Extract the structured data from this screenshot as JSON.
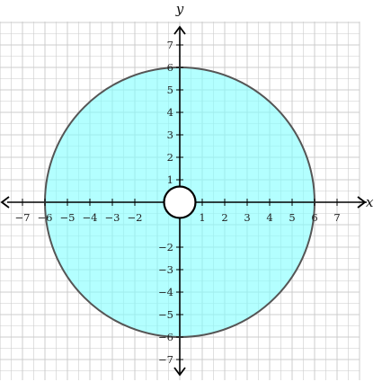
{
  "chart_data": {
    "type": "region",
    "title": "",
    "xlabel": "x",
    "ylabel": "y",
    "xlim": [
      -8,
      8
    ],
    "ylim": [
      -8,
      8
    ],
    "grid": true,
    "grid_minor_step": 0.5,
    "x_ticks": [
      -7,
      -6,
      -5,
      -4,
      -3,
      -2,
      1,
      2,
      3,
      4,
      5,
      6,
      7
    ],
    "y_ticks": [
      7,
      6,
      5,
      4,
      3,
      2,
      1,
      -2,
      -3,
      -4,
      -5,
      -6,
      -7
    ],
    "x_tick_labels": [
      "−7",
      "−6",
      "−5",
      "−4",
      "−3",
      "−2",
      "1",
      "2",
      "3",
      "4",
      "5",
      "6",
      "7"
    ],
    "y_tick_labels": [
      "7",
      "6",
      "5",
      "4",
      "3",
      "2",
      "1",
      "−2",
      "−3",
      "−4",
      "−5",
      "−6",
      "−7"
    ],
    "shaded_region": {
      "shape": "annulus",
      "center": [
        0,
        0
      ],
      "outer_radius": 6,
      "inner_radius": 0.7,
      "fill_color": "#80ffff",
      "outer_boundary": "solid",
      "inner_boundary": "solid"
    }
  },
  "colors": {
    "grid": "#cccccc",
    "axis": "#000000",
    "fill": "#80ffff",
    "outer_stroke": "#555555",
    "inner_stroke": "#000000"
  }
}
